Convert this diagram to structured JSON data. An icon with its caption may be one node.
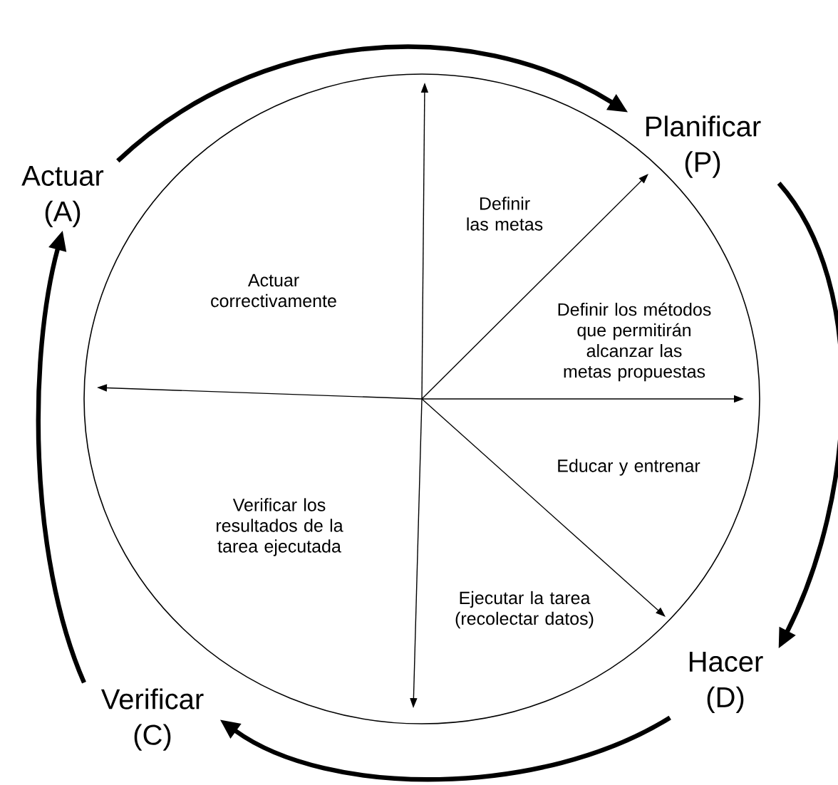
{
  "diagram": {
    "nodes": [
      {
        "text": [
          "Planificar (P)"
        ]
      },
      {
        "text": [
          "Hacer (D)"
        ]
      },
      {
        "text": [
          "Verificar (C)"
        ]
      },
      {
        "text": [
          "Actuar (A)"
        ]
      },
      {
        "text": [
          "Definir las metas",
          "Actuar correctivamente",
          "Definir los métodos que permitirán alcanzar las metas propuestas",
          "Educar y entrenar",
          "Verificar los resultados de la tarea ejecutada",
          "Ejecutar la tarea (recolectar datos)"
        ]
      }
    ],
    "edges": [
      {
        "from": 3,
        "to": 0,
        "arrow": "to"
      },
      {
        "from": 0,
        "to": 1,
        "arrow": "to"
      },
      {
        "from": 1,
        "to": 2,
        "arrow": "to"
      },
      {
        "from": 2,
        "to": 3,
        "arrow": "to"
      }
    ]
  }
}
